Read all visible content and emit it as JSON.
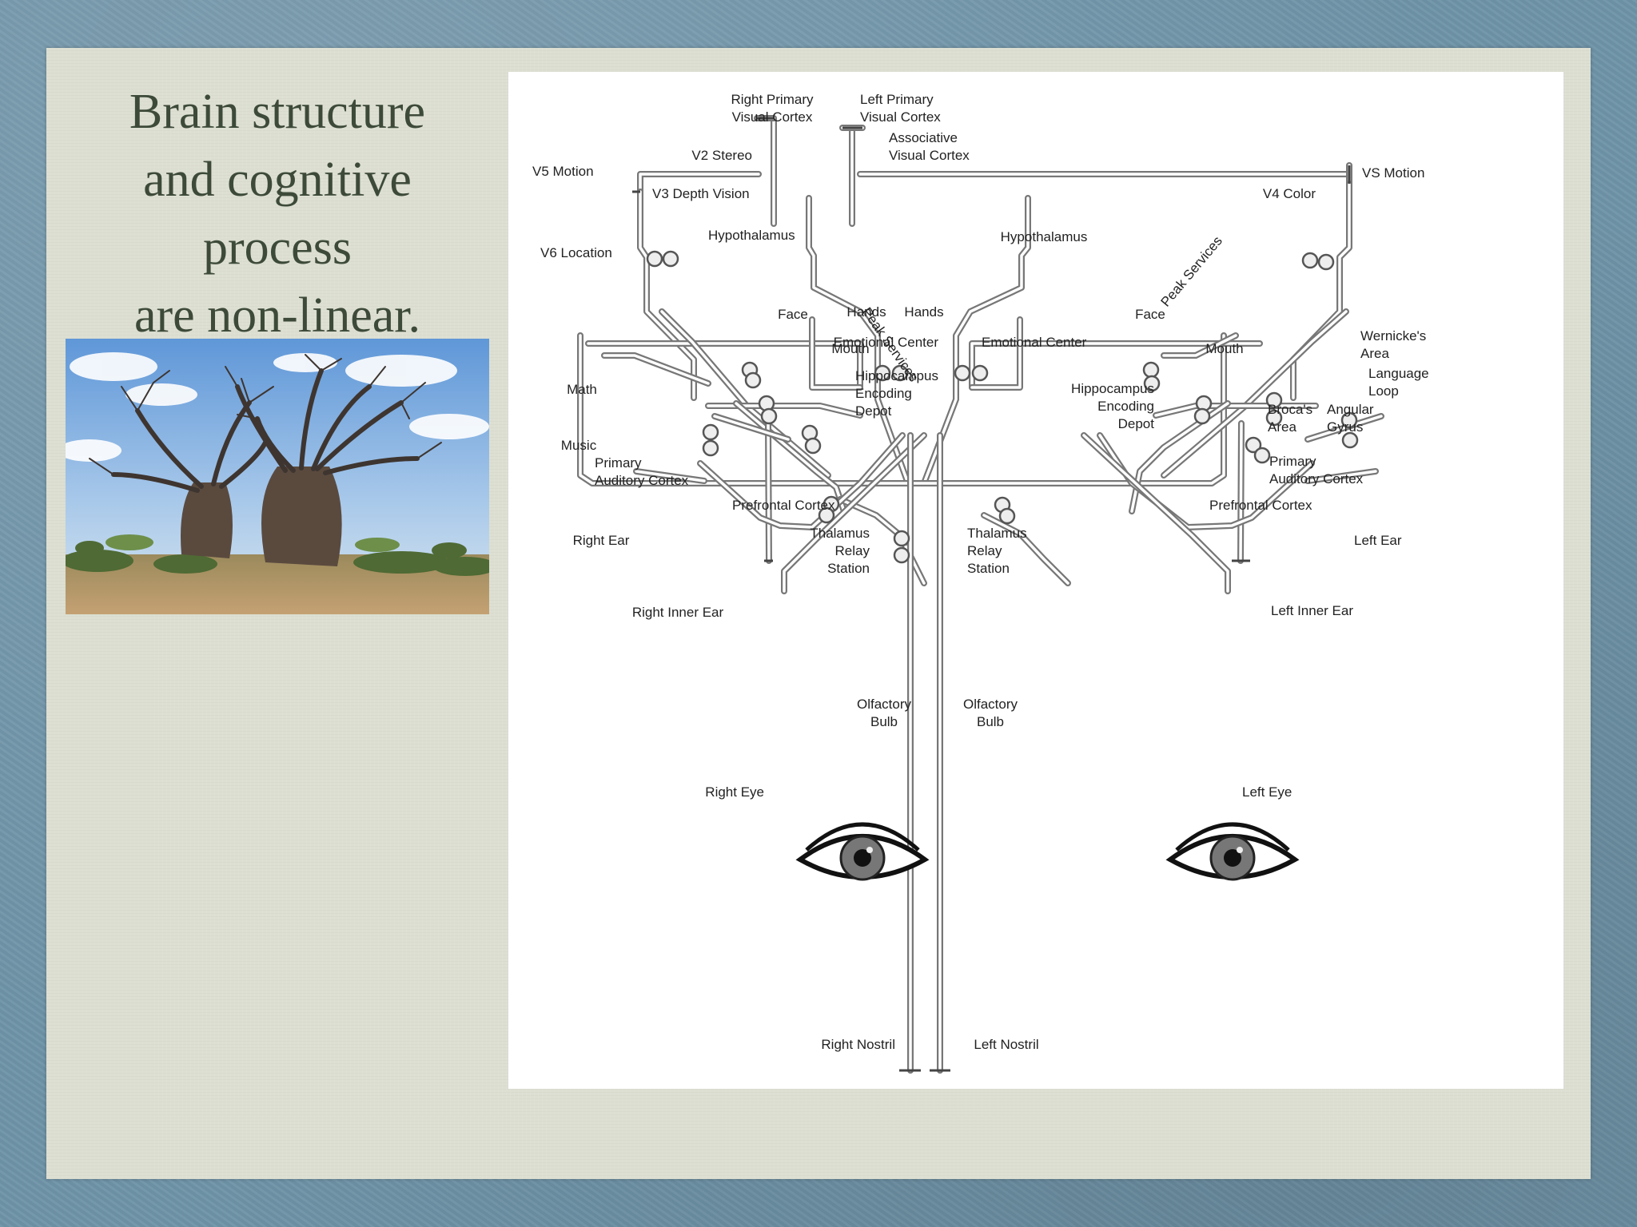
{
  "slide": {
    "title_lines": [
      "Brain structure",
      "and cognitive",
      "process",
      "are non-linear."
    ]
  },
  "photo": {
    "subject": "baobab-trees"
  },
  "diagram": {
    "labels": {
      "right_primary_visual_cortex": [
        "Right Primary",
        "Visual Cortex"
      ],
      "left_primary_visual_cortex": [
        "Left Primary",
        "Visual Cortex"
      ],
      "associative_visual_cortex": [
        "Associative",
        "Visual Cortex"
      ],
      "v2_stereo": "V2 Stereo",
      "v5_motion": "V5 Motion",
      "vs_motion": "VS Motion",
      "v3_depth_vision": "V3 Depth Vision",
      "v4_color": "V4 Color",
      "hypothalamus_right": "Hypothalamus",
      "hypothalamus_left": "Hypothalamus",
      "v6_location": "V6 Location",
      "face_right": "Face",
      "face_left": "Face",
      "hands_right": "Hands",
      "hands_left": "Hands",
      "peak_services_right": "Peak Services",
      "peak_services_left": "Peak Services",
      "wernickes_area": [
        "Wernicke's",
        "Area"
      ],
      "emotional_center_right": "Emotional Center",
      "emotional_center_left": "Emotional Center",
      "mouth_right": "Mouth",
      "mouth_left": "Mouth",
      "language_loop": [
        "Language",
        "Loop"
      ],
      "math": "Math",
      "hippocampus_right": [
        "Hippocampus",
        "Encoding",
        "Depot"
      ],
      "hippocampus_left": [
        "Hippocampus",
        "Encoding",
        "Depot"
      ],
      "brocas_area": [
        "Broca's",
        "Area"
      ],
      "angular_gyrus": [
        "Angular",
        "Gyrus"
      ],
      "music": "Music",
      "primary_auditory_cortex_right": [
        "Primary",
        "Auditory Cortex"
      ],
      "primary_auditory_cortex_left": [
        "Primary",
        "Auditory Cortex"
      ],
      "prefrontal_cortex_right": "Prefrontal Cortex",
      "prefrontal_cortex_left": "Prefrontal Cortex",
      "thalamus_right": [
        "Thalamus",
        "Relay",
        "Station"
      ],
      "thalamus_left": [
        "Thalamus",
        "Relay",
        "Station"
      ],
      "right_ear": "Right Ear",
      "left_ear": "Left Ear",
      "right_inner_ear": "Right Inner Ear",
      "left_inner_ear": "Left Inner Ear",
      "olfactory_bulb_right": [
        "Olfactory",
        "Bulb"
      ],
      "olfactory_bulb_left": [
        "Olfactory",
        "Bulb"
      ],
      "right_eye": "Right Eye",
      "left_eye": "Left Eye",
      "right_nostril": "Right Nostril",
      "left_nostril": "Left Nostril"
    }
  }
}
